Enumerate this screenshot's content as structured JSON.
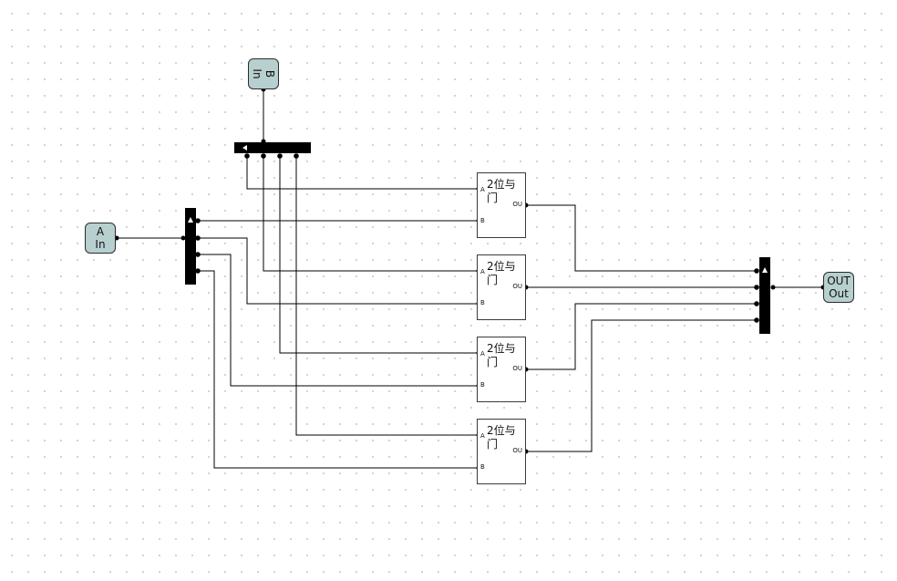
{
  "inputs": {
    "a": {
      "name": "A",
      "type": "In"
    },
    "b": {
      "name": "B",
      "type": "In"
    }
  },
  "output": {
    "name": "OUT",
    "type": "Out"
  },
  "gates": [
    {
      "title": "2位与门",
      "port_a": "A",
      "port_b": "B",
      "port_out": "OU"
    },
    {
      "title": "2位与门",
      "port_a": "A",
      "port_b": "B",
      "port_out": "OU"
    },
    {
      "title": "2位与门",
      "port_a": "A",
      "port_b": "B",
      "port_out": "OU"
    },
    {
      "title": "2位与门",
      "port_a": "A",
      "port_b": "B",
      "port_out": "OU"
    }
  ],
  "colors": {
    "wire": "#000000",
    "pin_fill": "#b7cfcf",
    "splitter": "#000000"
  }
}
